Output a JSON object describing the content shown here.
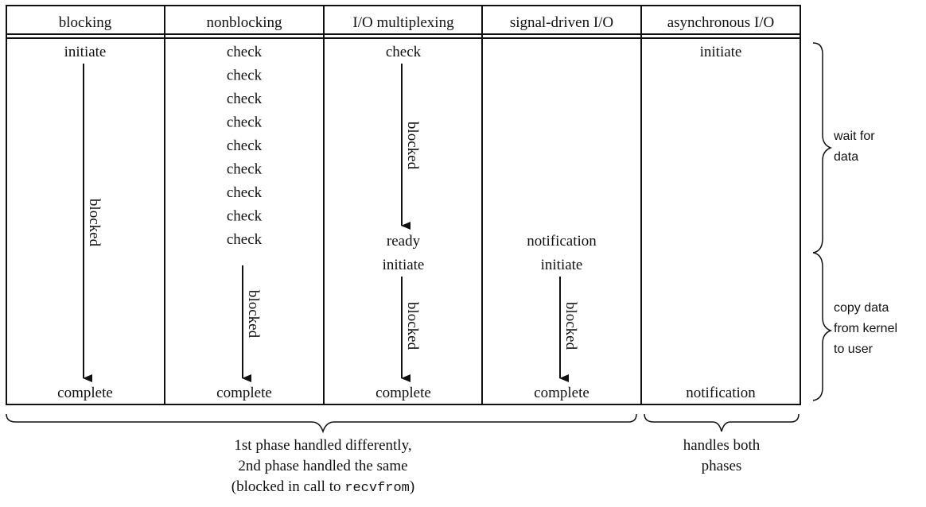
{
  "columns": [
    {
      "header": "blocking",
      "labels": {
        "initiate": "initiate",
        "blocked": "blocked",
        "complete": "complete"
      }
    },
    {
      "header": "nonblocking",
      "checks": [
        "check",
        "check",
        "check",
        "check",
        "check",
        "check",
        "check",
        "check",
        "check"
      ],
      "labels": {
        "blocked": "blocked",
        "complete": "complete"
      }
    },
    {
      "header": "I/O multiplexing",
      "labels": {
        "check": "check",
        "blocked1": "blocked",
        "ready": "ready",
        "initiate": "initiate",
        "blocked2": "blocked",
        "complete": "complete"
      }
    },
    {
      "header": "signal-driven I/O",
      "labels": {
        "notification": "notification",
        "initiate": "initiate",
        "blocked": "blocked",
        "complete": "complete"
      }
    },
    {
      "header": "asynchronous I/O",
      "labels": {
        "initiate": "initiate",
        "notification": "notification"
      }
    }
  ],
  "phases": {
    "wait": [
      "wait for",
      "data"
    ],
    "copy": [
      "copy data",
      "from kernel",
      "to user"
    ]
  },
  "bottom": {
    "left_lines": [
      "1st phase handled differently,",
      "2nd phase handled the same"
    ],
    "left_line3_prefix": "(blocked in call to ",
    "left_line3_code": "recvfrom",
    "left_line3_suffix": ")",
    "right_lines": [
      "handles both",
      "phases"
    ]
  }
}
